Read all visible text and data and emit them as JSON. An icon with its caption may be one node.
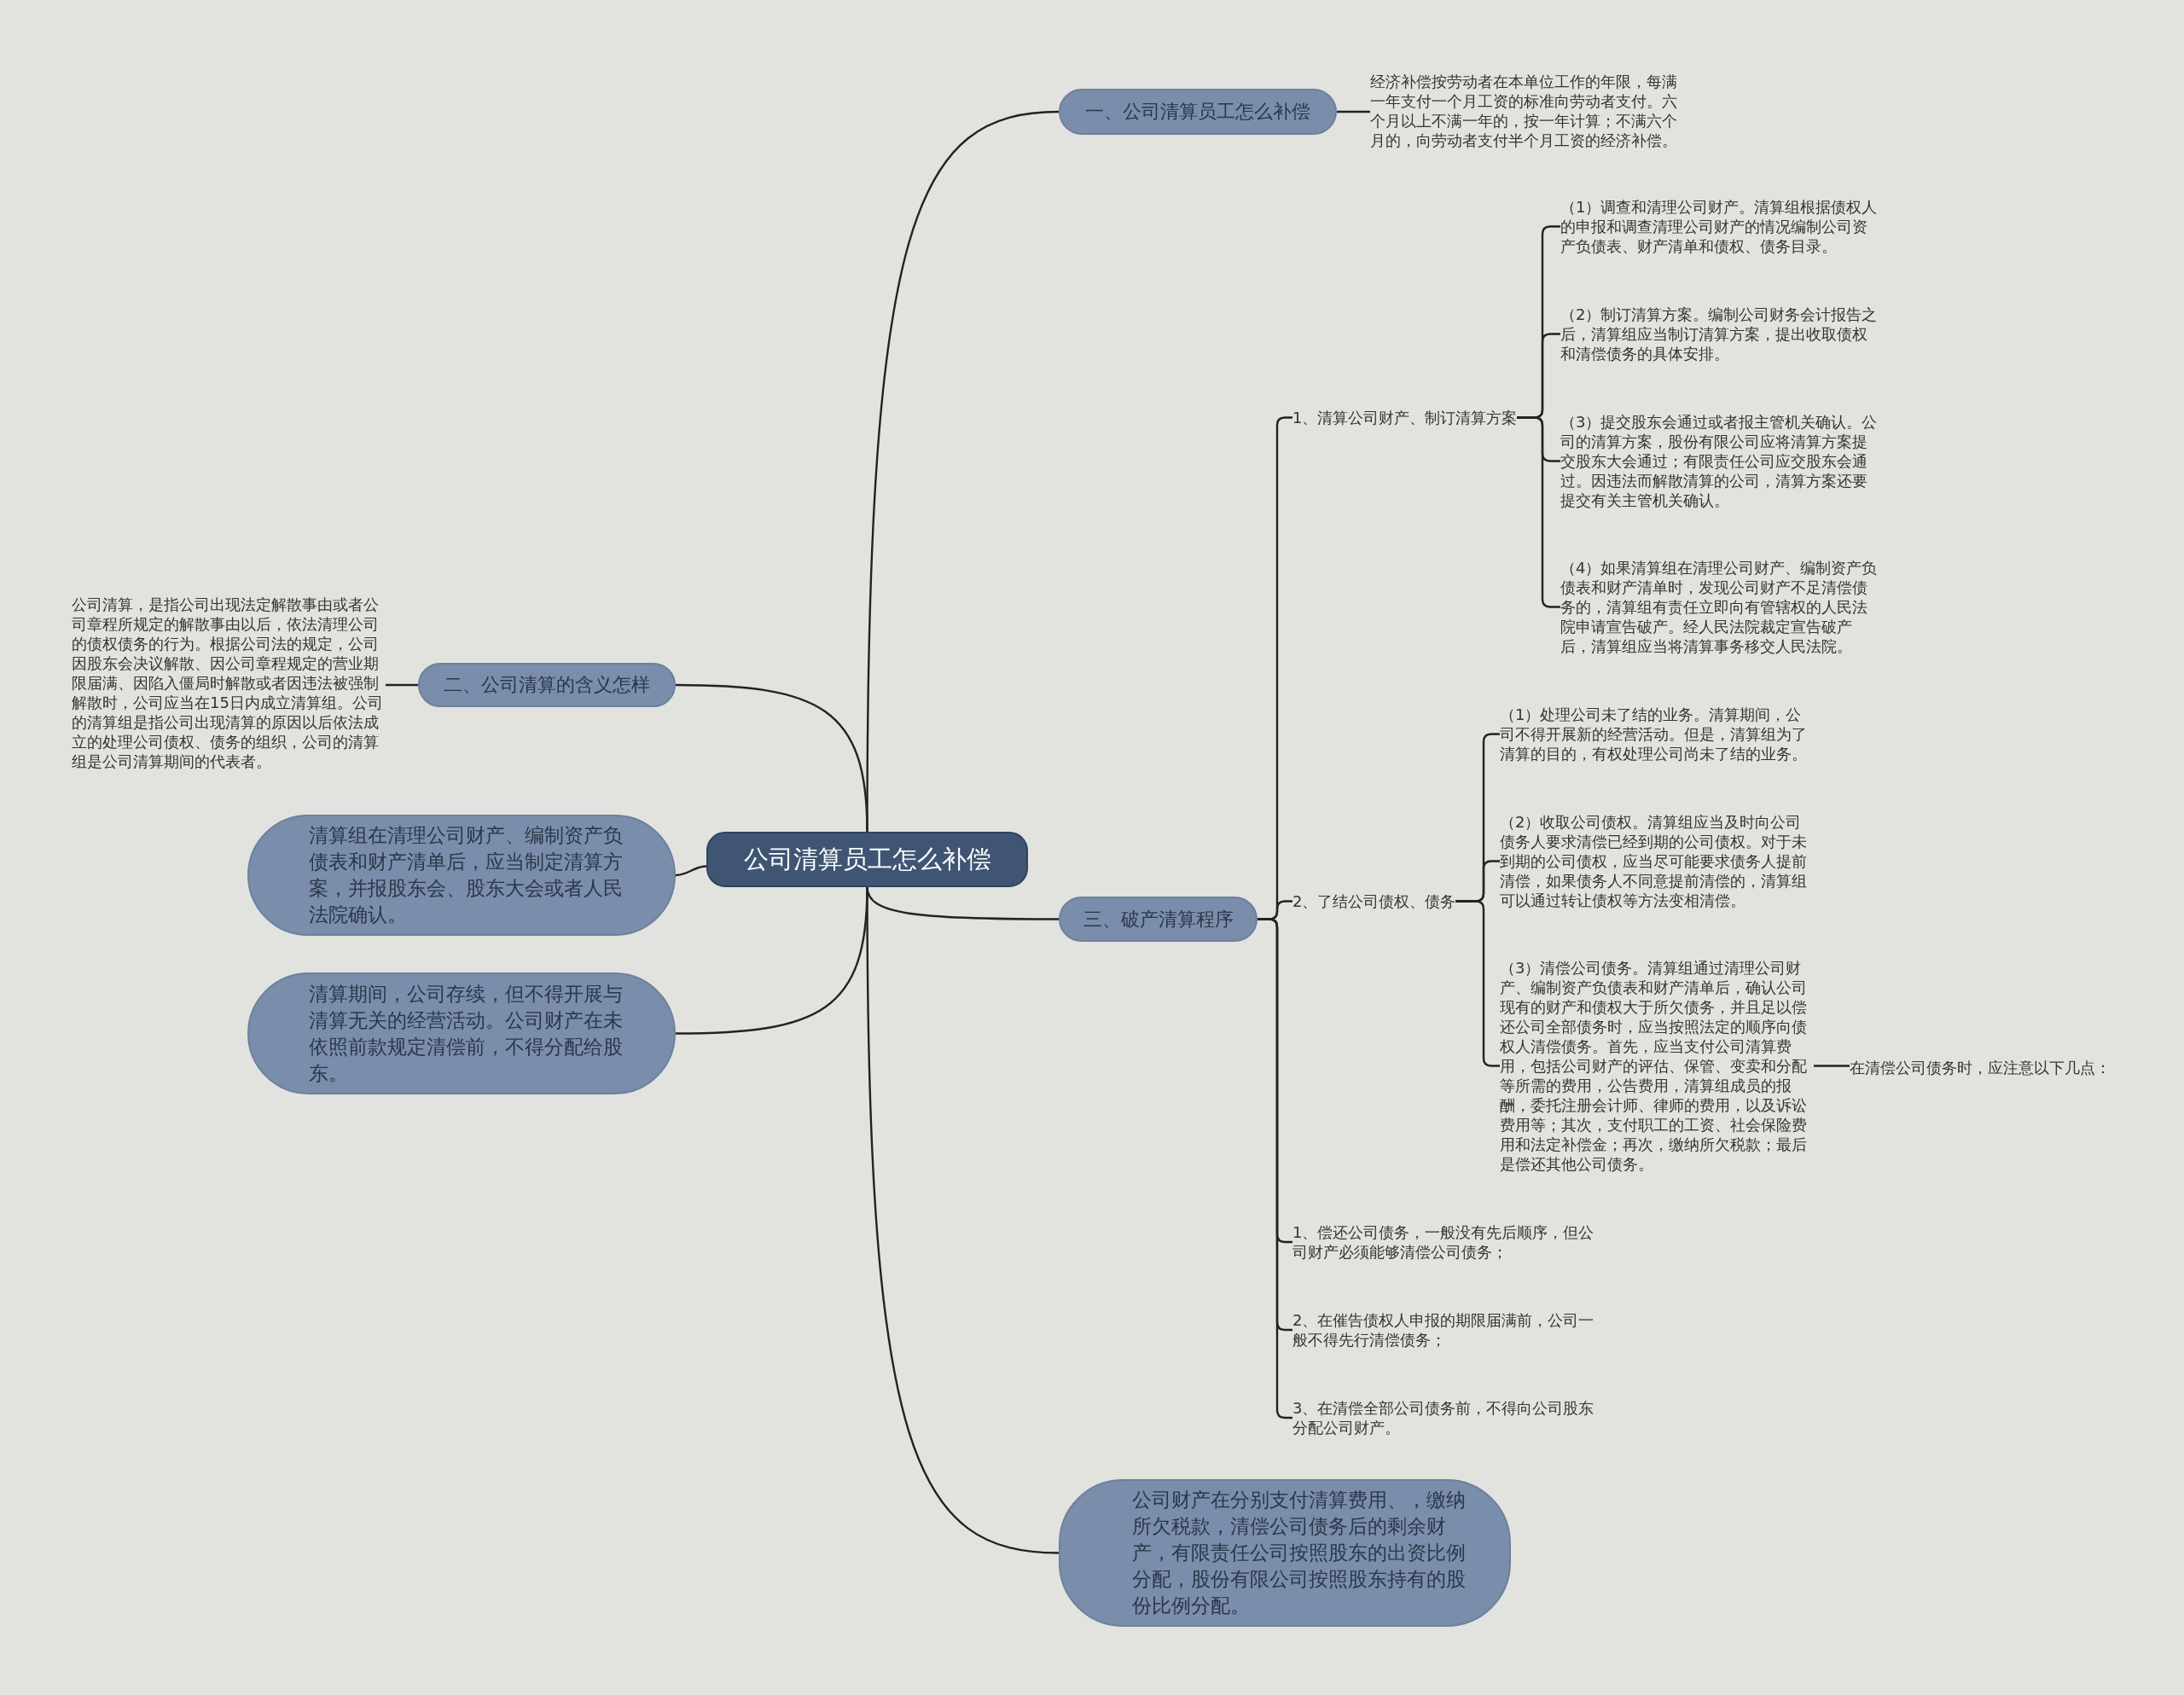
{
  "diagram": {
    "nodes": [
      {
        "text": [
          "公司清算员工怎么补偿"
        ]
      },
      {
        "text": [
          "一、公司清算员工怎么补偿"
        ]
      },
      {
        "text": [
          "经济补偿按劳动者在本单位工作的年限，每满一年支付一个月工资的标准向劳动者支付。六个月以上不满一年的，按一年计算；不满六个月的，向劳动者支付半个月工资的经济补偿。"
        ]
      },
      {
        "text": [
          "二、公司清算的含义怎样"
        ]
      },
      {
        "text": [
          "公司清算，是指公司出现法定解散事由或者公司章程所规定的解散事由以后，依法清理公司的债权债务的行为。根据公司法的规定，公司因股东会决议解散、因公司章程规定的营业期限届满、因陷入僵局时解散或者因违法被强制解散时，公司应当在15日内成立清算组。公司的清算组是指公司出现清算的原因以后依法成立的处理公司债权、债务的组织，公司的清算组是公司清算期间的代表者。"
        ]
      },
      {
        "text": [
          "清算组在清理公司财产、编制资产负债表和财产清单后，应当制定清算方案，并报股东会、股东大会或者人民法院确认。"
        ]
      },
      {
        "text": [
          "清算期间，公司存续，但不得开展与清算无关的经营活动。公司财产在未依照前款规定清偿前，不得分配给股东。"
        ]
      },
      {
        "text": [
          "三、破产清算程序"
        ]
      },
      {
        "text": [
          "1、清算公司财产、制订清算方案"
        ]
      },
      {
        "text": [
          "（1）调查和清理公司财产。清算组根据债权人的申报和调查清理公司财产的情况编制公司资产负债表、财产清单和债权、债务目录。"
        ]
      },
      {
        "text": [
          "（2）制订清算方案。编制公司财务会计报告之后，清算组应当制订清算方案，提出收取债权和清偿债务的具体安排。"
        ]
      },
      {
        "text": [
          "（3）提交股东会通过或者报主管机关确认。公司的清算方案，股份有限公司应将清算方案提交股东大会通过；有限责任公司应交股东会通过。因违法而解散清算的公司，清算方案还要提交有关主管机关确认。"
        ]
      },
      {
        "text": [
          "（4）如果清算组在清理公司财产、编制资产负债表和财产清单时，发现公司财产不足清偿债务的，清算组有责任立即向有管辖权的人民法院申请宣告破产。经人民法院裁定宣告破产后，清算组应当将清算事务移交人民法院。"
        ]
      },
      {
        "text": [
          "2、了结公司债权、债务"
        ]
      },
      {
        "text": [
          "（1）处理公司未了结的业务。清算期间，公司不得开展新的经营活动。但是，清算组为了清算的目的，有权处理公司尚未了结的业务。"
        ]
      },
      {
        "text": [
          "（2）收取公司债权。清算组应当及时向公司债务人要求清偿已经到期的公司债权。对于未到期的公司债权，应当尽可能要求债务人提前清偿，如果债务人不同意提前清偿的，清算组可以通过转让债权等方法变相清偿。"
        ]
      },
      {
        "text": [
          "（3）清偿公司债务。清算组通过清理公司财产、编制资产负债表和财产清单后，确认公司现有的财产和债权大于所欠债务，并且足以偿还公司全部债务时，应当按照法定的顺序向债权人清偿债务。首先，应当支付公司清算费用，包括公司财产的评估、保管、变卖和分配等所需的费用，公告费用，清算组成员的报酬，委托注册会计师、律师的费用，以及诉讼费用等；其次，支付职工的工资、社会保险费用和法定补偿金；再次，缴纳所欠税款；最后是偿还其他公司债务。"
        ]
      },
      {
        "text": [
          "在清偿公司债务时，应注意以下几点："
        ]
      },
      {
        "text": [
          "1、偿还公司债务，一般没有先后顺序，但公司财产必须能够清偿公司债务；"
        ]
      },
      {
        "text": [
          "2、在催告债权人申报的期限届满前，公司一般不得先行清偿债务；"
        ]
      },
      {
        "text": [
          "3、在清偿全部公司债务前，不得向公司股东分配公司财产。"
        ]
      },
      {
        "text": [
          "公司财产在分别支付清算费用、，缴纳所欠税款，清偿公司债务后的剩余财产，有限责任公司按照股东的出资比例分配，股份有限公司按照股东持有的股份比例分配。"
        ]
      }
    ],
    "edges": [
      {
        "from": 0,
        "to": 1,
        "arrow": "none"
      },
      {
        "from": 1,
        "to": 2,
        "arrow": "none"
      },
      {
        "from": 0,
        "to": 3,
        "arrow": "none"
      },
      {
        "from": 3,
        "to": 4,
        "arrow": "none"
      },
      {
        "from": 0,
        "to": 5,
        "arrow": "none"
      },
      {
        "from": 0,
        "to": 6,
        "arrow": "none"
      },
      {
        "from": 0,
        "to": 7,
        "arrow": "none"
      },
      {
        "from": 7,
        "to": 8,
        "arrow": "none"
      },
      {
        "from": 8,
        "to": 9,
        "arrow": "none"
      },
      {
        "from": 8,
        "to": 10,
        "arrow": "none"
      },
      {
        "from": 8,
        "to": 11,
        "arrow": "none"
      },
      {
        "from": 8,
        "to": 12,
        "arrow": "none"
      },
      {
        "from": 7,
        "to": 13,
        "arrow": "none"
      },
      {
        "from": 13,
        "to": 14,
        "arrow": "none"
      },
      {
        "from": 13,
        "to": 15,
        "arrow": "none"
      },
      {
        "from": 13,
        "to": 16,
        "arrow": "none"
      },
      {
        "from": 16,
        "to": 17,
        "arrow": "none"
      },
      {
        "from": 7,
        "to": 18,
        "arrow": "none"
      },
      {
        "from": 7,
        "to": 19,
        "arrow": "none"
      },
      {
        "from": 7,
        "to": 20,
        "arrow": "none"
      },
      {
        "from": 0,
        "to": 21,
        "arrow": "none"
      }
    ]
  }
}
